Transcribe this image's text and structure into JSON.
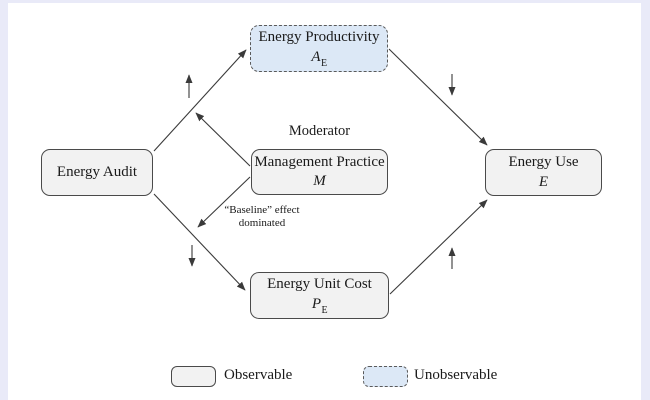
{
  "diagram": {
    "nodes": {
      "energy_productivity": {
        "label": "Energy Productivity",
        "symbol": "A",
        "symbol_sub": "E",
        "type": "unobservable"
      },
      "energy_audit": {
        "label": "Energy Audit",
        "type": "observable"
      },
      "management_practice": {
        "label": "Management Practice",
        "symbol": "M",
        "type": "observable"
      },
      "energy_use": {
        "label": "Energy Use",
        "symbol": "E",
        "type": "observable"
      },
      "energy_unit_cost": {
        "label": "Energy Unit Cost",
        "symbol": "P",
        "symbol_sub": "E",
        "type": "observable"
      }
    },
    "annotations": {
      "moderator": "Moderator",
      "baseline_line1": "“Baseline” effect",
      "baseline_line2": "dominated"
    },
    "legend": {
      "observable_label": "Observable",
      "unobservable_label": "Unobservable"
    },
    "colors": {
      "observable_fill": "#f2f2f2",
      "unobservable_fill": "#dce8f6",
      "box_border": "#4a4a4a",
      "arrow_stroke": "#3a3a3a",
      "frame_background": "#e9eaf8",
      "canvas_background": "#ffffff"
    }
  }
}
